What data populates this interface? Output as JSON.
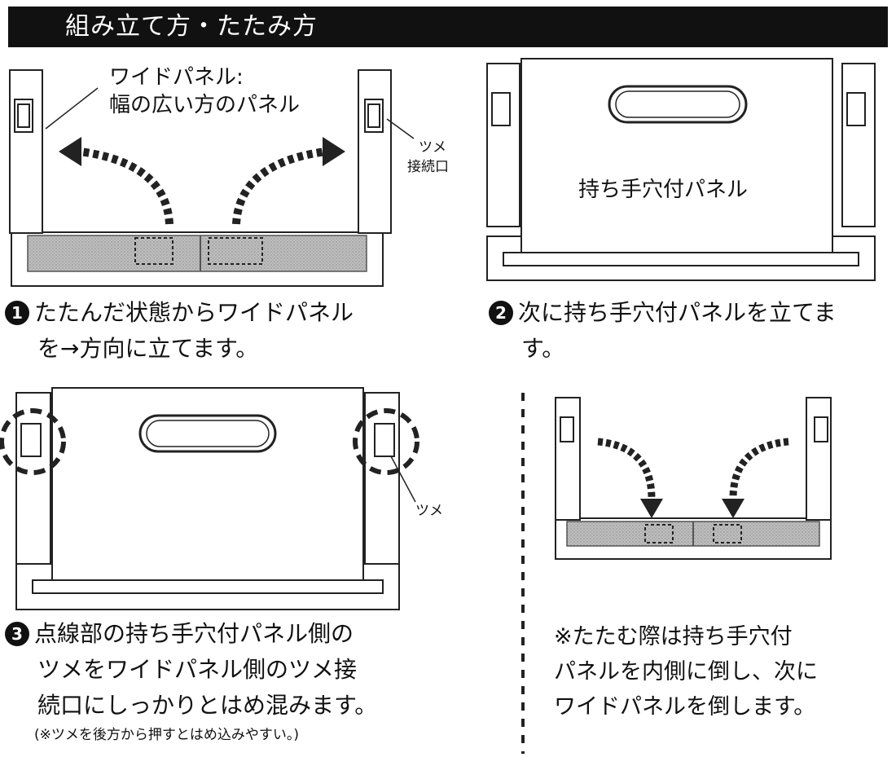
{
  "header": {
    "title": "組み立て方・たたみ方"
  },
  "fig1": {
    "wide_panel_label_line1": "ワイドパネル:",
    "wide_panel_label_line2": "幅の広い方のパネル",
    "claw_slot_label_line1": "ツメ",
    "claw_slot_label_line2": "接続口"
  },
  "fig2": {
    "handle_panel_label": "持ち手穴付パネル"
  },
  "fig3": {
    "claw_label": "ツメ"
  },
  "steps": [
    {
      "number": "1",
      "line1": "たたんだ状態からワイドパネル",
      "line2": "を→方向に立てます。"
    },
    {
      "number": "2",
      "line1": "次に持ち手穴付パネルを立てま",
      "line2": "す。"
    },
    {
      "number": "3",
      "line1": "点線部の持ち手穴付パネル側の",
      "line2": "ツメをワイドパネル側のツメ接",
      "line3": "続口にしっかりとはめ混みます。",
      "note": "(※ツメを後方から押すとはめ込みやすい。)"
    }
  ],
  "fold_note": {
    "line1": "※たたむ際は持ち手穴付",
    "line2": "パネルを内側に倒し、次に",
    "line3": "ワイドパネルを倒します。"
  }
}
